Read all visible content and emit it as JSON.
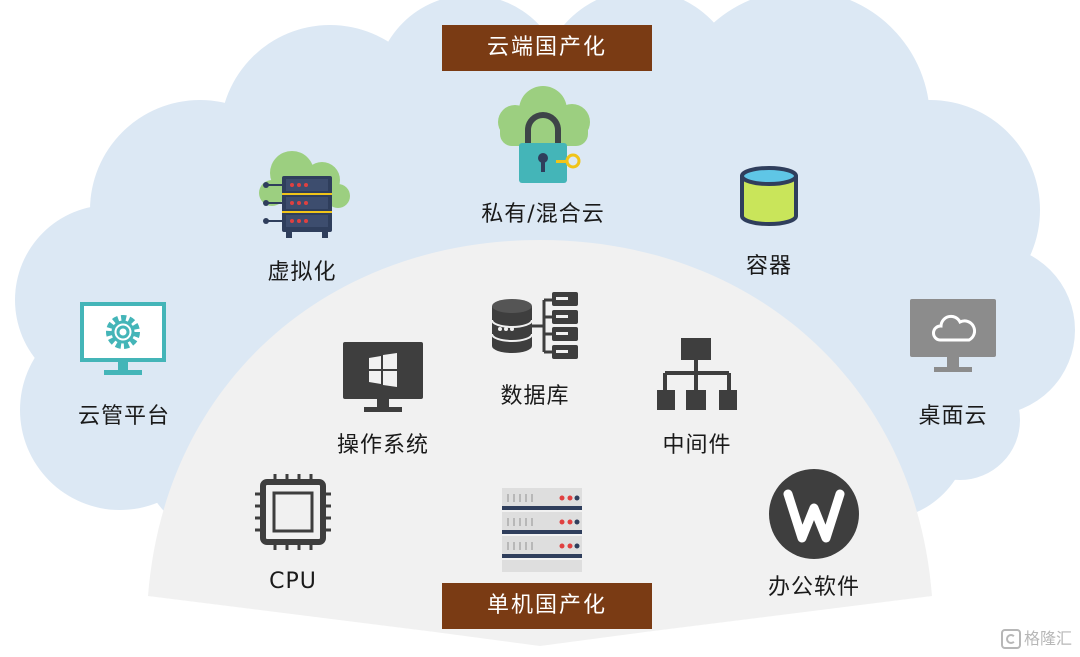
{
  "banners": {
    "cloud": "云端国产化",
    "local": "单机国产化"
  },
  "cloud_items": [
    {
      "label": "虚拟化",
      "icon": "server-cloud-icon"
    },
    {
      "label": "私有/混合云",
      "icon": "cloud-lock-icon"
    },
    {
      "label": "容器",
      "icon": "container-cylinder-icon"
    },
    {
      "label": "云管平台",
      "icon": "monitor-gear-icon"
    },
    {
      "label": "桌面云",
      "icon": "monitor-cloud-icon"
    }
  ],
  "local_items": [
    {
      "label": "操作系统",
      "icon": "windows-monitor-icon"
    },
    {
      "label": "数据库",
      "icon": "database-icon"
    },
    {
      "label": "中间件",
      "icon": "hierarchy-icon"
    },
    {
      "label": "CPU",
      "icon": "cpu-chip-icon"
    },
    {
      "label": "办公软件",
      "icon": "wps-logo-icon"
    }
  ],
  "watermark": "格隆汇",
  "colors": {
    "cloud_fill": "#dce8f4",
    "dome_fill": "#f1f1f1",
    "banner_bg": "#7a3b14",
    "teal": "#44b5b8",
    "green": "#9ccf80",
    "dark_icon": "#3e3e3e",
    "navy": "#2f3e5c"
  }
}
